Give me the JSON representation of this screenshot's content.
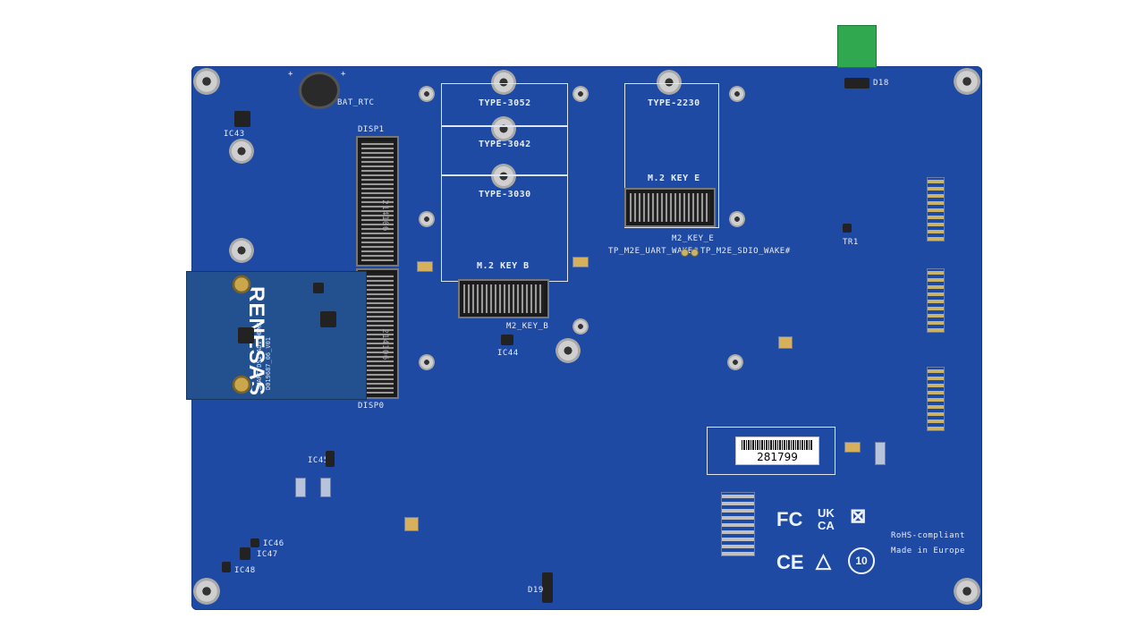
{
  "board": {
    "brand": "RENESAS",
    "module_label_1": "SMARC DSI-ADV-HDMI",
    "module_label_2": "D019687_06_V01",
    "silkscreen": {
      "bat_rtc": "BAT_RTC",
      "ic43": "IC43",
      "disp1": "DISP1",
      "disp0": "DISP0",
      "type_3052": "TYPE-3052",
      "type_3042": "TYPE-3042",
      "type_3030": "TYPE-3030",
      "type_2230": "TYPE-2230",
      "m2_key_e": "M.2 KEY E",
      "m2_key_e_ref": "M2_KEY_E",
      "m2_key_b": "M.2 KEY B",
      "m2_key_b_ref": "M2_KEY_B",
      "tp_uart": "TP_M2E_UART_WAKE#",
      "tp_sdio": "TP_M2E_SDIO_WAKE#",
      "ic44": "IC44",
      "ic45": "IC45",
      "ic46": "IC46",
      "ic47": "IC47",
      "ic48": "IC48",
      "d18": "D18",
      "d19": "D19",
      "tr1": "TR1",
      "plus_1": "+",
      "plus_2": "+",
      "connector_text": "214106",
      "connector_text_2": "214106"
    },
    "barcode_number": "281799",
    "certifications": {
      "fc": "FC",
      "ukca_top": "UK",
      "ukca_bottom": "CA",
      "ce": "CE",
      "ten": "10",
      "rohs": "RoHS-compliant",
      "made_in": "Made in Europe"
    },
    "colors": {
      "pcb": "#1f4aa3",
      "terminal": "#2fa84f",
      "silkscreen": "#e8edf7"
    }
  }
}
